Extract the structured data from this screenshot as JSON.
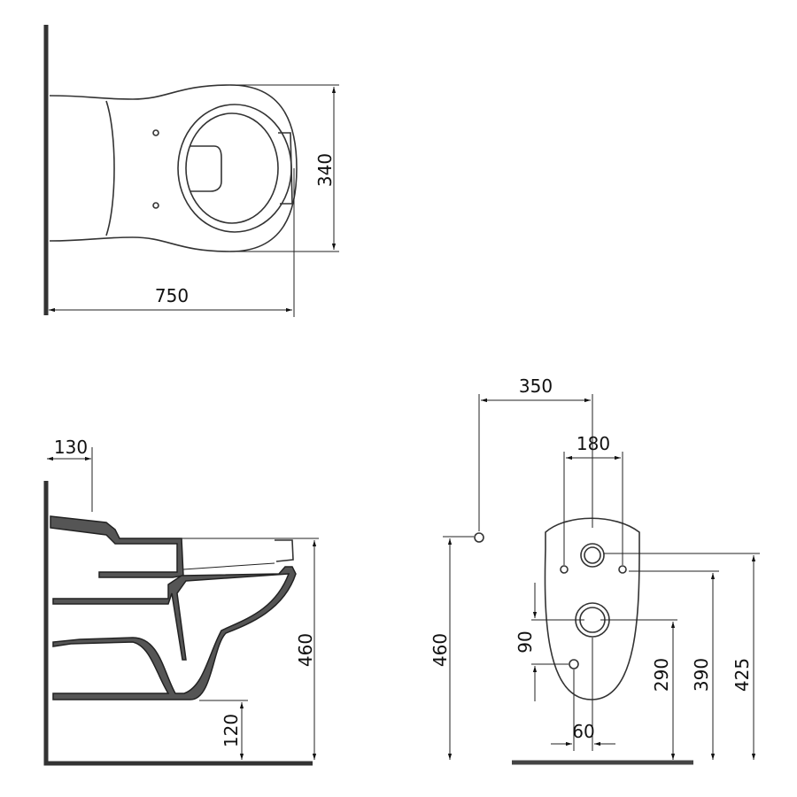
{
  "top_view": {
    "width_label": "340",
    "length_label": "750"
  },
  "side_view": {
    "wall_offset_label": "130",
    "height_label": "460",
    "clearance_label": "120"
  },
  "front_view": {
    "spacing_label": "350",
    "bolt_spacing_label": "180",
    "height_label": "460",
    "inlet_offset_label": "90",
    "outlet_height_label": "290",
    "bolt_height_label": "390",
    "inlet_height_label": "425",
    "lower_offset_label": "60"
  }
}
